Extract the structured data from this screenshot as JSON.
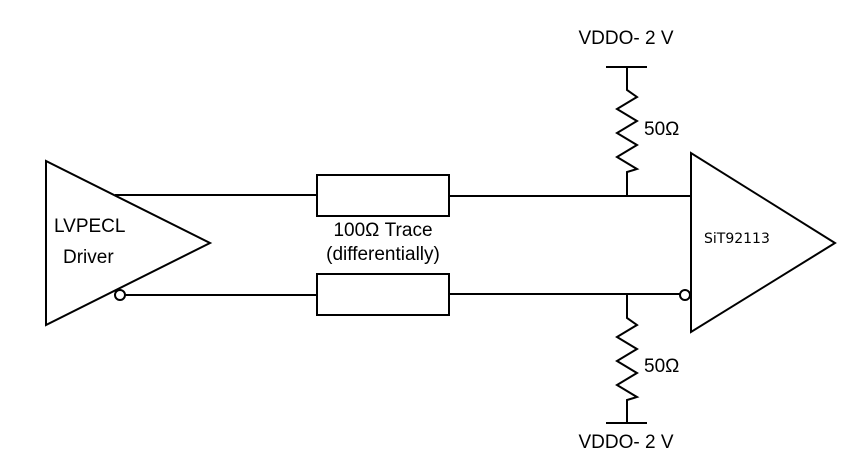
{
  "diagram": {
    "driver": {
      "line1": "LVPECL",
      "line2": "Driver"
    },
    "receiver": {
      "label": "SiT92113"
    },
    "trace": {
      "line1": "100Ω Trace",
      "line2": "(differentially)"
    },
    "top_termination": {
      "resistor": "50Ω",
      "supply": "VDDO- 2 V"
    },
    "bottom_termination": {
      "resistor": "50Ω",
      "supply": "VDDO- 2 V"
    }
  }
}
